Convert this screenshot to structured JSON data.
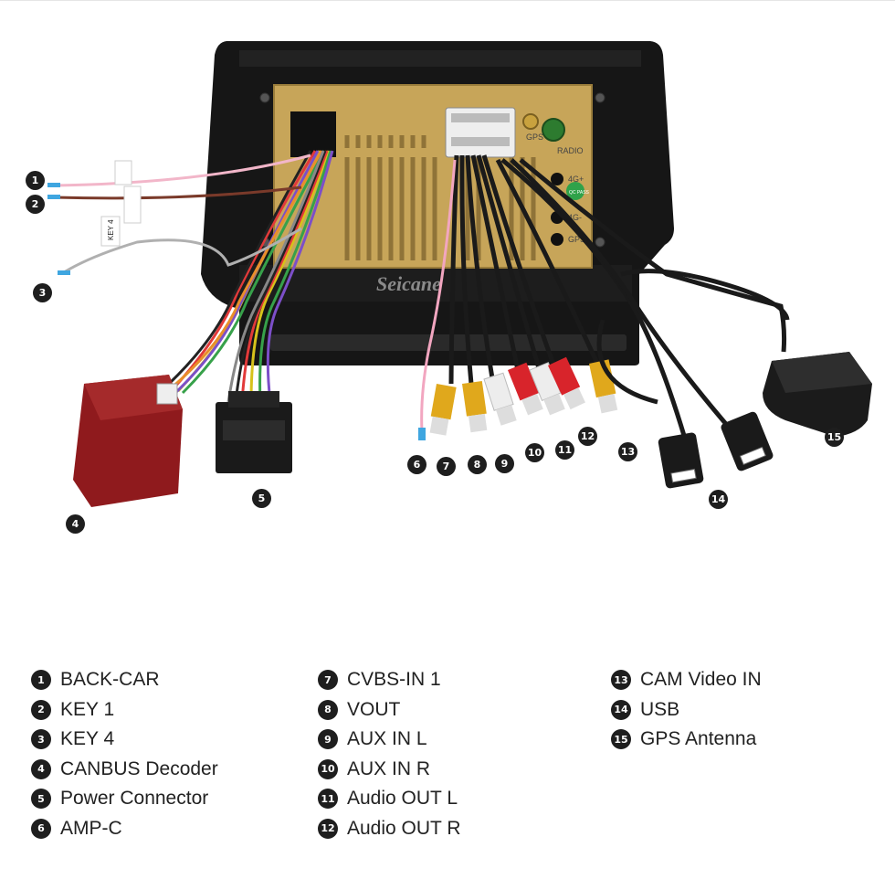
{
  "brand": "Seicane",
  "unit_labels": {
    "gps": "GPS",
    "radio": "RADIO",
    "lte_plus": "4G+",
    "lte_minus": "4G-",
    "gps_bottom": "GPS",
    "qc_pass": "QC PASS"
  },
  "wire_tags": {
    "key4": "KEY 4"
  },
  "callouts": [
    "1",
    "2",
    "3",
    "4",
    "5",
    "6",
    "7",
    "8",
    "9",
    "10",
    "11",
    "12",
    "13",
    "14",
    "15"
  ],
  "legend": {
    "col1": [
      {
        "num": "1",
        "label": "BACK-CAR"
      },
      {
        "num": "2",
        "label": "KEY 1"
      },
      {
        "num": "3",
        "label": "KEY 4"
      },
      {
        "num": "4",
        "label": "CANBUS Decoder"
      },
      {
        "num": "5",
        "label": "Power Connector"
      },
      {
        "num": "6",
        "label": "AMP-C"
      }
    ],
    "col2": [
      {
        "num": "7",
        "label": "CVBS-IN 1"
      },
      {
        "num": "8",
        "label": "VOUT"
      },
      {
        "num": "9",
        "label": "AUX IN L"
      },
      {
        "num": "10",
        "label": "AUX IN R"
      },
      {
        "num": "11",
        "label": "Audio OUT L"
      },
      {
        "num": "12",
        "label": "Audio OUT R"
      }
    ],
    "col3": [
      {
        "num": "13",
        "label": "CAM Video IN"
      },
      {
        "num": "14",
        "label": "USB"
      },
      {
        "num": "15",
        "label": "GPS Antenna"
      }
    ]
  },
  "colors": {
    "frame": "#161616",
    "metal": "#c7a559",
    "rca_yellow": "#e0a81c",
    "rca_white": "#ededed",
    "rca_red": "#d8242b",
    "decoder": "#8f1a1d",
    "cable": "#1a1a1a"
  }
}
